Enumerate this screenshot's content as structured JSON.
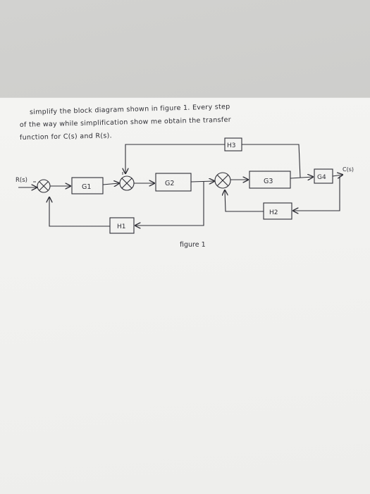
{
  "problem": {
    "line1": "simplify   the   block  diagram  shown  in  figure 1.  Every step",
    "line2": "of the  way    while  simplification  show me   obtain   the  transfer",
    "line3": "function  for  C(s)  and  R(s)."
  },
  "diagram": {
    "input_label": "R(s)",
    "output_label": "C(s)",
    "blocks": {
      "g1": "G1",
      "g2": "G2",
      "g3": "G3",
      "g4": "G4",
      "h1": "H1",
      "h2": "H2",
      "h3": "H3"
    },
    "caption": "figure 1"
  }
}
